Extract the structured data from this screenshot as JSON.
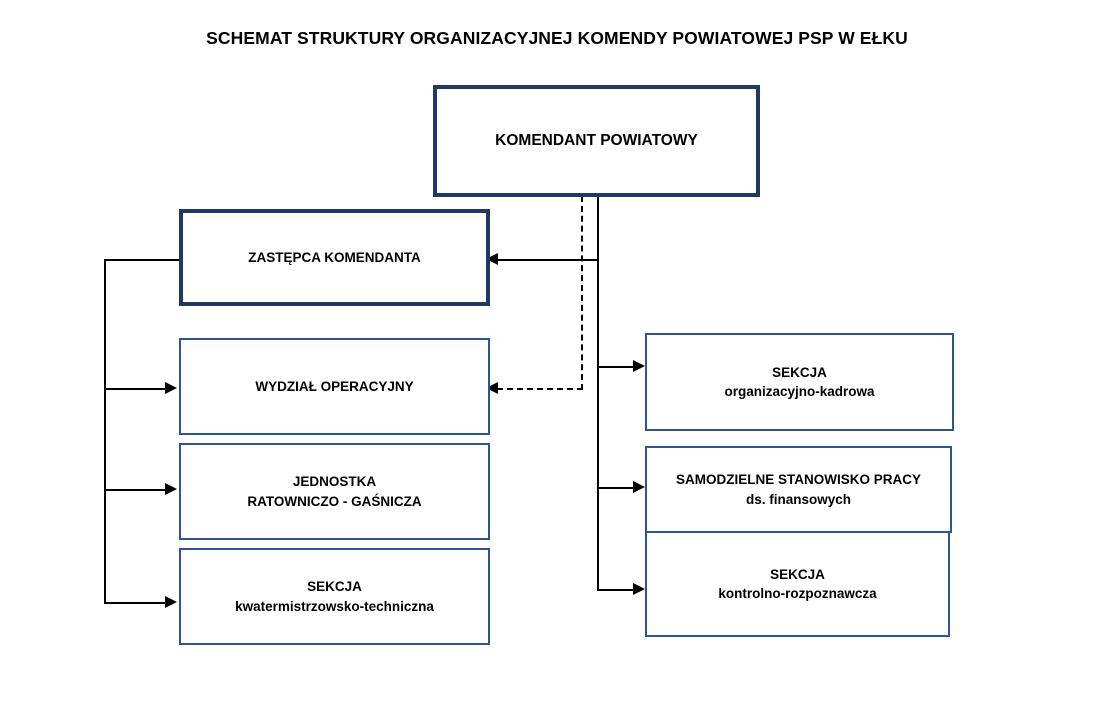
{
  "title": "SCHEMAT STRUKTURY ORGANIZACYJNEJ KOMENDY POWIATOWEJ PSP W EŁKU",
  "diagram": {
    "type": "organizational-chart",
    "colors": {
      "box_border_primary": "#1f3864",
      "box_border_secondary": "#2f5496",
      "connector": "#000000",
      "text": "#000000",
      "background": "#ffffff"
    },
    "nodes": [
      {
        "id": "komendant-powiatowy",
        "lines": [
          "KOMENDANT POWIATOWY"
        ],
        "level": 0,
        "emphasis": "thick"
      },
      {
        "id": "zastepca-komendanta",
        "lines": [
          "ZASTĘPCA KOMENDANTA"
        ],
        "level": 1,
        "emphasis": "thick"
      },
      {
        "id": "wydzial-operacyjny",
        "lines": [
          "WYDZIAŁ OPERACYJNY"
        ],
        "level": 2,
        "emphasis": "thin"
      },
      {
        "id": "jednostka-ratowniczo-gasnicza",
        "lines": [
          "JEDNOSTKA",
          "RATOWNICZO - GAŚNICZA"
        ],
        "level": 2,
        "emphasis": "thin"
      },
      {
        "id": "sekcja-kwatermistrzowsko-techniczna",
        "lines": [
          "SEKCJA",
          "kwatermistrzowsko-techniczna"
        ],
        "level": 2,
        "emphasis": "thin"
      },
      {
        "id": "sekcja-organizacyjno-kadrowa",
        "lines": [
          "SEKCJA",
          "organizacyjno-kadrowa"
        ],
        "level": 2,
        "emphasis": "thin"
      },
      {
        "id": "samodzielne-stanowisko-pracy-ds-finansowych",
        "lines": [
          "SAMODZIELNE STANOWISKO PRACY",
          "ds. finansowych"
        ],
        "level": 2,
        "emphasis": "thin"
      },
      {
        "id": "sekcja-kontrolno-rozpoznawcza",
        "lines": [
          "SEKCJA",
          "kontrolno-rozpoznawcza"
        ],
        "level": 2,
        "emphasis": "thin"
      }
    ],
    "edges": [
      {
        "from": "komendant-powiatowy",
        "to": "zastepca-komendanta",
        "style": "solid"
      },
      {
        "from": "komendant-powiatowy",
        "to": "wydzial-operacyjny",
        "style": "dashed"
      },
      {
        "from": "komendant-powiatowy",
        "to": "sekcja-organizacyjno-kadrowa",
        "style": "solid"
      },
      {
        "from": "komendant-powiatowy",
        "to": "samodzielne-stanowisko-pracy-ds-finansowych",
        "style": "solid"
      },
      {
        "from": "komendant-powiatowy",
        "to": "sekcja-kontrolno-rozpoznawcza",
        "style": "solid"
      },
      {
        "from": "zastepca-komendanta",
        "to": "wydzial-operacyjny",
        "style": "solid"
      },
      {
        "from": "zastepca-komendanta",
        "to": "jednostka-ratowniczo-gasnicza",
        "style": "solid"
      },
      {
        "from": "zastepca-komendanta",
        "to": "sekcja-kwatermistrzowsko-techniczna",
        "style": "solid"
      }
    ]
  }
}
